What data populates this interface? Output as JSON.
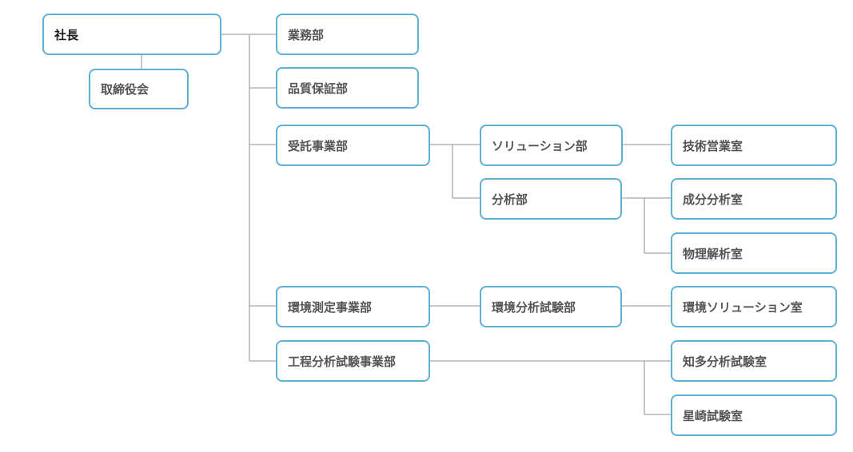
{
  "org_chart": {
    "president": "社長",
    "board": "取締役会",
    "departments": {
      "business": "業務部",
      "quality_assurance": "品質保証部",
      "contract": "受託事業部",
      "environmental_measurement": "環境測定事業部",
      "process_analysis": "工程分析試験事業部"
    },
    "contract_divisions": {
      "solution": "ソリューション部",
      "analysis": "分析部"
    },
    "environmental_division": "環境分析試験部",
    "offices": {
      "tech_sales": "技術営業室",
      "component_analysis": "成分分析室",
      "physical_analysis": "物理解析室",
      "env_solution": "環境ソリューション室",
      "chita_analysis": "知多分析試験室",
      "hoshizaki_test": "星崎試験室"
    }
  }
}
